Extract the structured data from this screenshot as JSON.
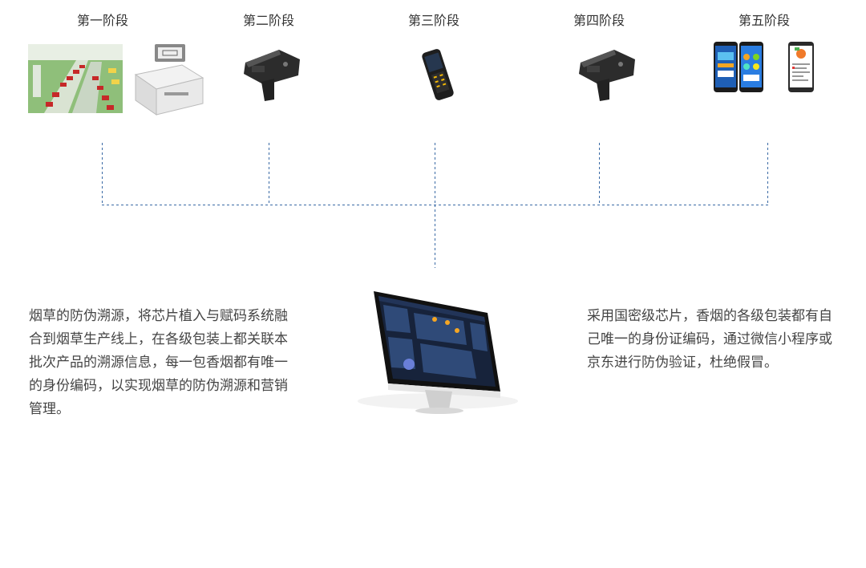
{
  "stages": [
    {
      "label": "第一阶段",
      "icons": [
        "factory-production-line-photo",
        "rfid-encoder-device-icon"
      ]
    },
    {
      "label": "第二阶段",
      "icons": [
        "rfid-handheld-reader-icon"
      ]
    },
    {
      "label": "第三阶段",
      "icons": [
        "pda-handheld-terminal-icon"
      ]
    },
    {
      "label": "第四阶段",
      "icons": [
        "rfid-handheld-reader-icon"
      ]
    },
    {
      "label": "第五阶段",
      "icons": [
        "smartphone-app-icon",
        "smartphone-miniprogram-icon"
      ]
    }
  ],
  "center_icon": "desktop-monitor-dashboard-icon",
  "left_text": "烟草的防伪溯源，将芯片植入与赋码系统融合到烟草生产线上，在各级包装上都关联本批次产品的溯源信息，每一包香烟都有唯一的身份编码，以实现烟草的防伪溯源和营销管理。",
  "right_text": "采用国密级芯片，香烟的各级包装都有自己唯一的身份证编码，通过微信小程序或京东进行防伪验证，杜绝假冒。",
  "colors": {
    "connector": "#3a6aa5",
    "text": "#444444"
  }
}
